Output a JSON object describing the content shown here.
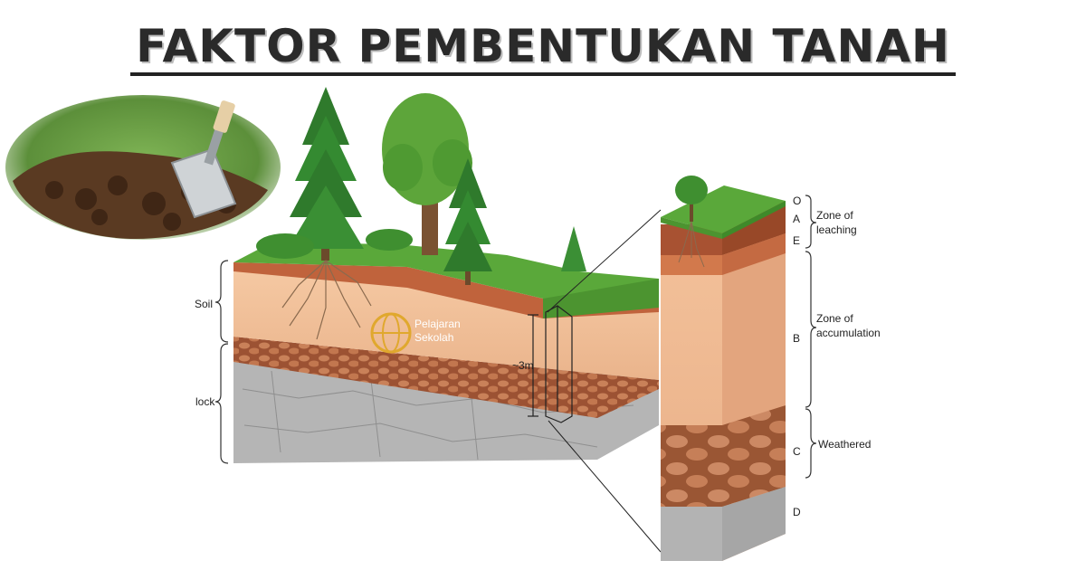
{
  "title": "FAKTOR PEMBENTUKAN TANAH",
  "labels": {
    "soil": "Soil",
    "rock": "lock",
    "depth": "~3m"
  },
  "horizons": {
    "O": "O",
    "A": "A",
    "E": "E",
    "B": "B",
    "C": "C",
    "D": "D"
  },
  "zones": {
    "leaching_1": "Zone of",
    "leaching_2": "leaching",
    "accum_1": "Zone of",
    "accum_2": "accumulation",
    "weathered": "Weathered"
  },
  "watermark": {
    "line1": "Pelajaran",
    "line2": "Sekolah"
  },
  "colors": {
    "grass": "#5aa83a",
    "topsoil": "#c0633c",
    "subsoil": "#f2c09a",
    "cobble": "#b8704a",
    "bedrock": "#b5b5b5",
    "watermark": "#e0a82e"
  }
}
